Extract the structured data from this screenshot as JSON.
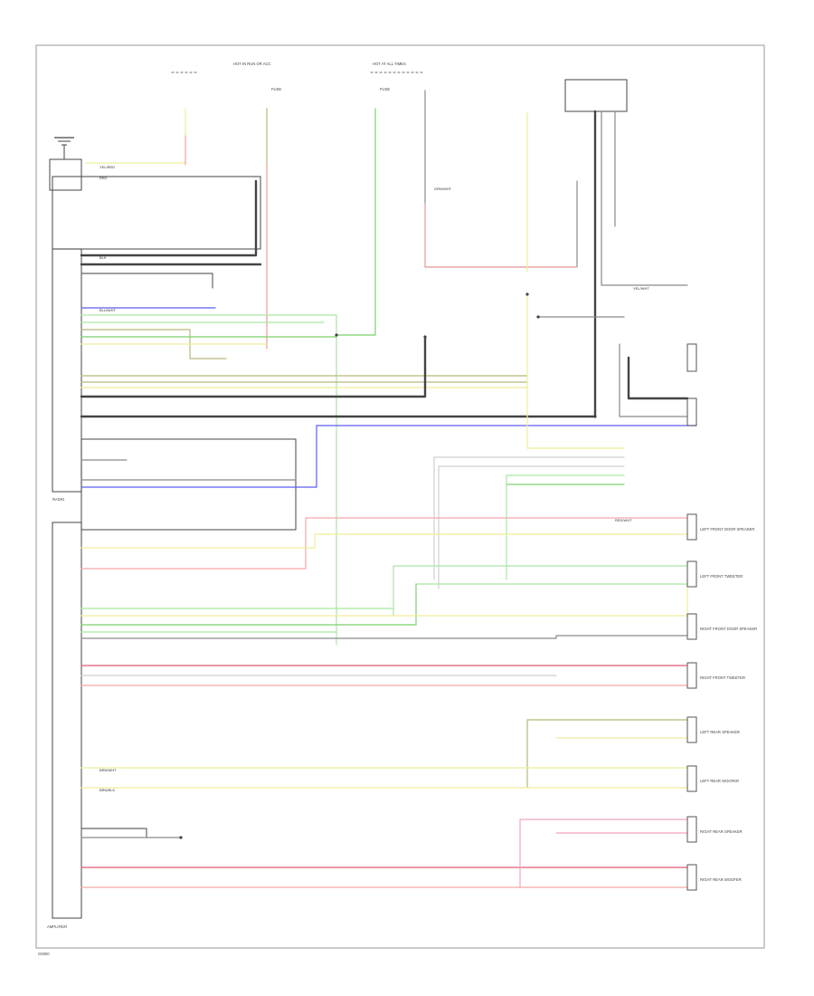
{
  "labels": {
    "hot_in_run": "HOT IN RUN OR ACC",
    "hot_at_all_times": "HOT AT ALL TIMES",
    "fuse_left": "FUSE",
    "fuse_right": "FUSE",
    "radio_label": "RADIO",
    "amp_label": "AMPLIFIER",
    "footer_code": "G0000"
  },
  "wire_tags": {
    "yel_red": "YEL/RED",
    "red": "RED",
    "blk": "BLK",
    "grn_wht": "GRN/WHT",
    "yel_wht": "YEL/WHT",
    "blu_wht": "BLU/WHT",
    "red_wht": "RED/WHT",
    "brn_wht": "BRN/WHT",
    "brn_blk": "BRN/BLK"
  },
  "speakers": [
    "LEFT FRONT DOOR SPEAKER",
    "LEFT FRONT TWEETER",
    "RIGHT FRONT DOOR SPEAKER",
    "RIGHT FRONT TWEETER",
    "LEFT REAR SPEAKER",
    "LEFT REAR WOOFER",
    "RIGHT REAR SPEAKER",
    "RIGHT REAR WOOFER"
  ]
}
